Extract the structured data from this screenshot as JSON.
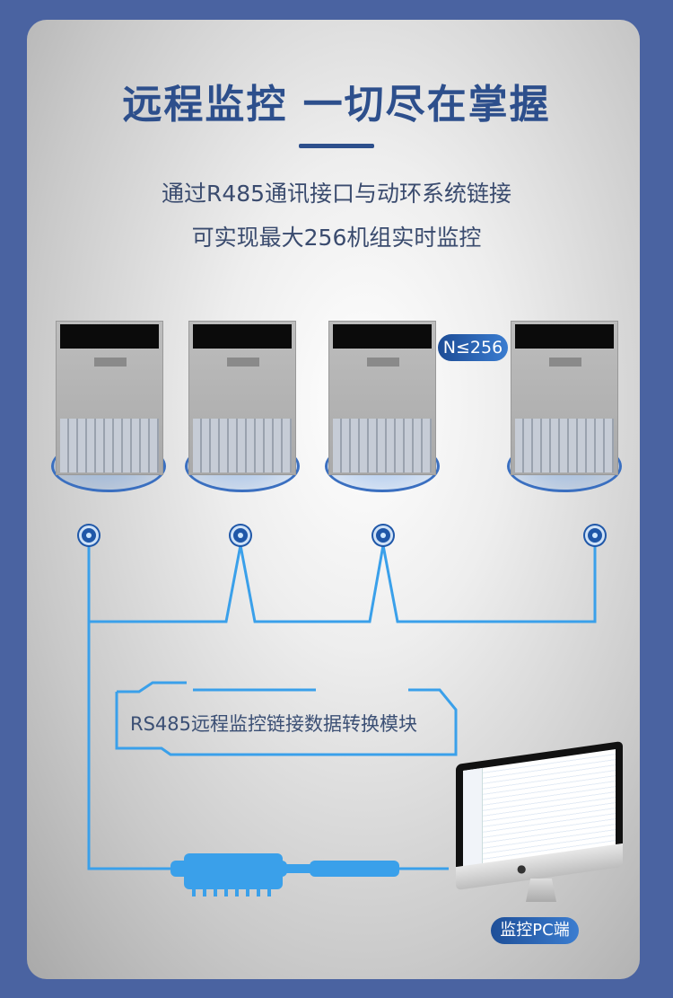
{
  "header": {
    "title": "远程监控 一切尽在掌握",
    "subtitle_line1": "通过R485通讯接口与动环系统链接",
    "subtitle_line2": "可实现最大256机组实时监控"
  },
  "units": {
    "count_badge": "N≤256"
  },
  "module": {
    "label": "RS485远程监控链接数据转换模块"
  },
  "pc": {
    "label": "监控PC端"
  },
  "colors": {
    "background": "#4a63a1",
    "title": "#2d4f8c",
    "line": "#3aa0ea",
    "node": "#1f57a8"
  }
}
